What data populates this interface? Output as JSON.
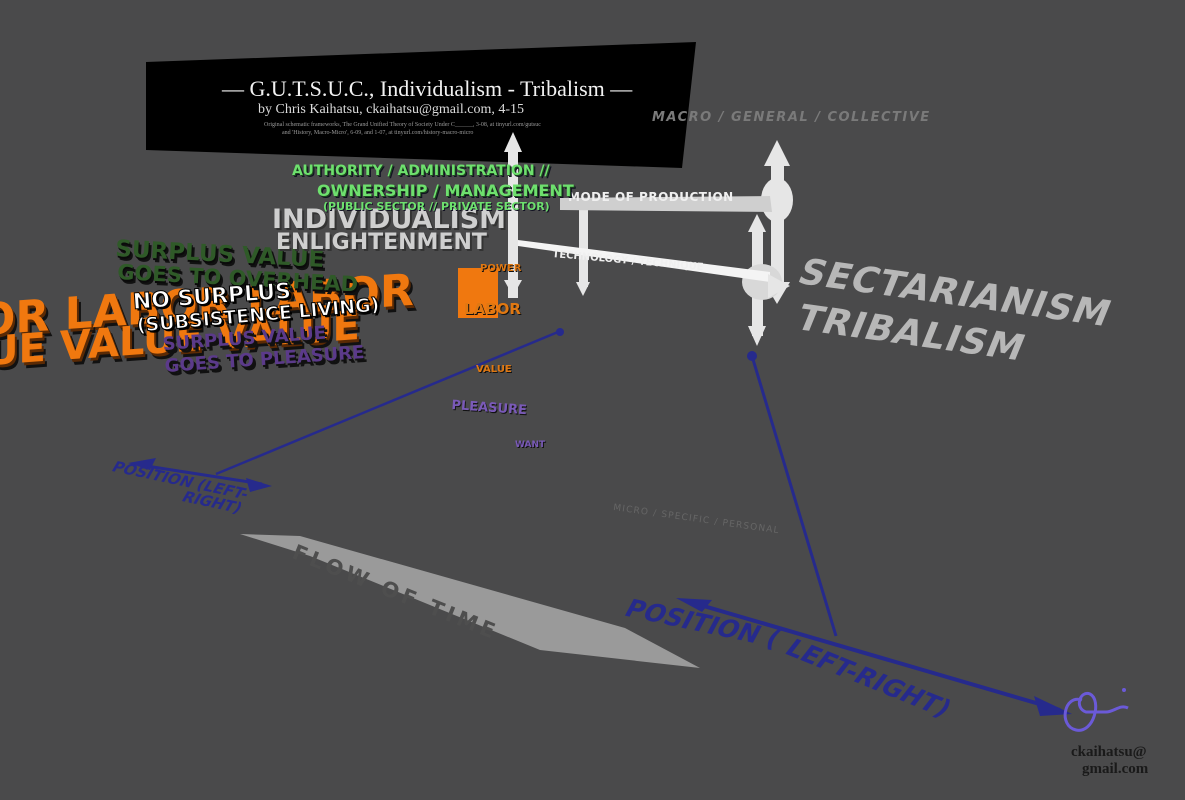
{
  "title_panel": {
    "title": "— G.U.T.S.U.C., Individualism - Tribalism —",
    "byline": "by Chris Kaihatsu, ckaihatsu@gmail.com, 4-15",
    "original_line1": "Original schematic frameworks, The Grand Unified Theory of Society Under C______, 3-08, at tinyurl.com/gutsuc",
    "original_line2": "and 'History, Macro-Micro', 6-09, and 1-07, at tinyurl.com/history-macro-micro"
  },
  "axis_labels": {
    "macro": "MACRO / GENERAL / COLLECTIVE",
    "micro": "MICRO / SPECIFIC / PERSONAL",
    "mode_of_production": "MODE OF PRODUCTION",
    "technology": "TECHNOLOGY / TECHNIQUE",
    "position_small": "POSITION (LEFT-",
    "position_small_b": "RIGHT)",
    "position_large": "POSITION (",
    "position_large_b": "LEFT-RIGHT)",
    "flow_of_time": "FLOW OF TIME"
  },
  "right_block": {
    "line1": "SECTARIANISM",
    "line2": "TRIBALISM"
  },
  "left_block": {
    "authority": "AUTHORITY / ADMINISTRATION //",
    "ownership": "OWNERSHIP / MANAGEMENT",
    "public_private": "(PUBLIC SECTOR // PRIVATE SECTOR)",
    "individualism": "INDIVIDUALISM",
    "enlightenment": "ENLIGHTENMENT",
    "surplus_overhead_1": "SURPLUS VALUE",
    "surplus_overhead_2": "GOES TO OVERHEAD",
    "labor_big": "OR LABOR LABOR",
    "value_big": "UE VALUE VALUE",
    "no_surplus": "NO SURPLUS",
    "subsistence": "(SUBSISTENCE LIVING)",
    "surplus_pleasure_1": "SURPLUS VALUE",
    "surplus_pleasure_2": "GOES TO PLEASURE",
    "labor": "LABOR",
    "power": "POWER",
    "value": "VALUE",
    "pleasure": "PLEASURE",
    "want": "WANT"
  },
  "signature": {
    "email_line1": "ckaihatsu@",
    "email_line2": "gmail.com"
  },
  "colors": {
    "background": "#4a4a4b",
    "green": "#6ee06e",
    "orange": "#f0780f",
    "purple": "#5b3a8a",
    "blue": "#262a8c",
    "white_gray": "#cfcfcf"
  }
}
